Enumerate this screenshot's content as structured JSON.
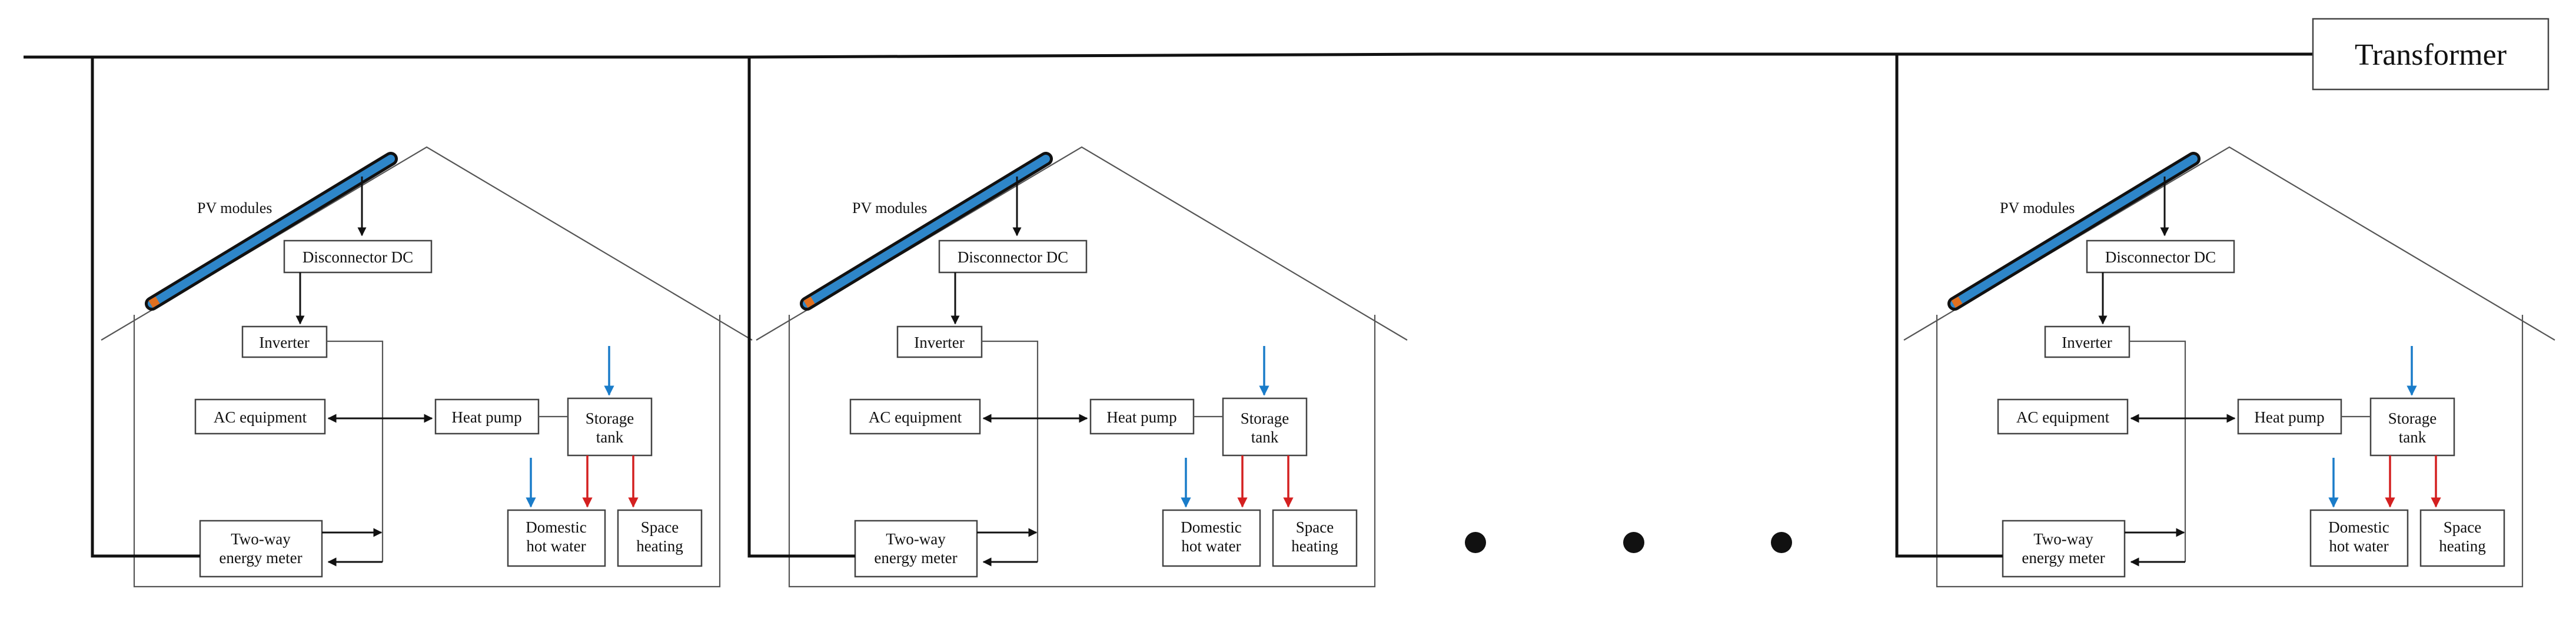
{
  "transformer": {
    "label": "Transformer"
  },
  "house": {
    "pv_label": "PV modules",
    "disconnector": "Disconnector DC",
    "inverter": "Inverter",
    "ac_equipment": "AC equipment",
    "heat_pump": "Heat pump",
    "storage": [
      "Storage",
      "tank"
    ],
    "meter": [
      "Two-way",
      "energy meter"
    ],
    "dhw": [
      "Domestic",
      "hot water"
    ],
    "space": [
      "Space",
      "heating"
    ]
  },
  "houses": [
    {
      "id": "house-1"
    },
    {
      "id": "house-2"
    },
    {
      "id": "house-n"
    }
  ],
  "colors": {
    "pv_panel": "#2e86c9",
    "pv_panel_tip": "#e07020",
    "cold_water_arrow": "#1a7cc9",
    "hot_water_arrow": "#d42020"
  },
  "ellipsis_dots": 3
}
